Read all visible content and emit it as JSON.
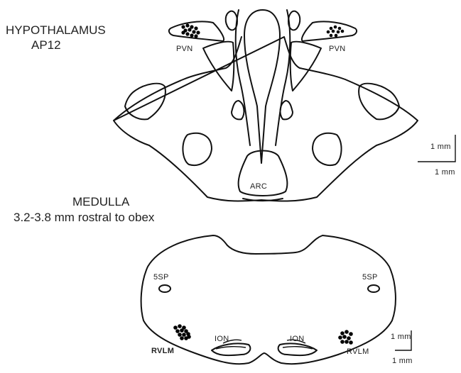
{
  "hypothalamus": {
    "title": "HYPOTHALAMUS",
    "level": "AP12",
    "pvn_left": "PVN",
    "pvn_right": "PVN",
    "arc": "ARC",
    "scale_vertical": "1 mm",
    "scale_horizontal": "1 mm"
  },
  "medulla": {
    "title": "MEDULLA",
    "level": "3.2-3.8 mm rostral to obex",
    "sp5_left": "5SP",
    "sp5_right": "5SP",
    "ion_left": "ION",
    "ion_right": "ION",
    "rvlm_left": "RVLM",
    "rvlm_right": "RVLM",
    "scale_vertical": "1 mm",
    "scale_horizontal": "1 mm"
  },
  "colors": {
    "ink": "#111111",
    "label": "#222222"
  }
}
